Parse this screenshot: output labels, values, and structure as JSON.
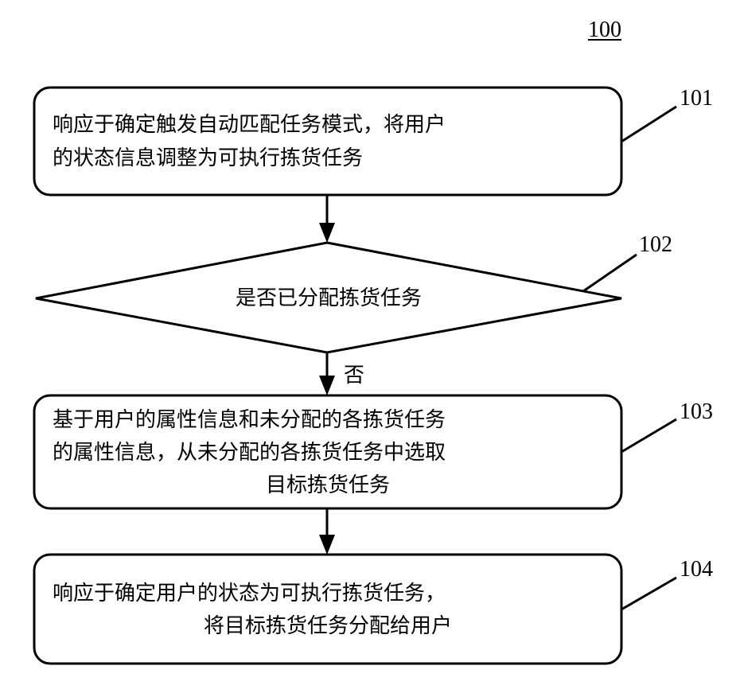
{
  "figure_number": "100",
  "steps": [
    {
      "ref": "101",
      "lines": [
        "响应于确定触发自动匹配任务模式，将用户",
        "的状态信息调整为可执行拣货任务"
      ]
    },
    {
      "ref": "102",
      "lines": [
        "是否已分配拣货任务"
      ],
      "branch_label": "否"
    },
    {
      "ref": "103",
      "lines": [
        "基于用户的属性信息和未分配的各拣货任务",
        "的属性信息，从未分配的各拣货任务中选取",
        "目标拣货任务"
      ]
    },
    {
      "ref": "104",
      "lines": [
        "响应于确定用户的状态为可执行拣货任务，",
        "将目标拣货任务分配给用户"
      ]
    }
  ]
}
